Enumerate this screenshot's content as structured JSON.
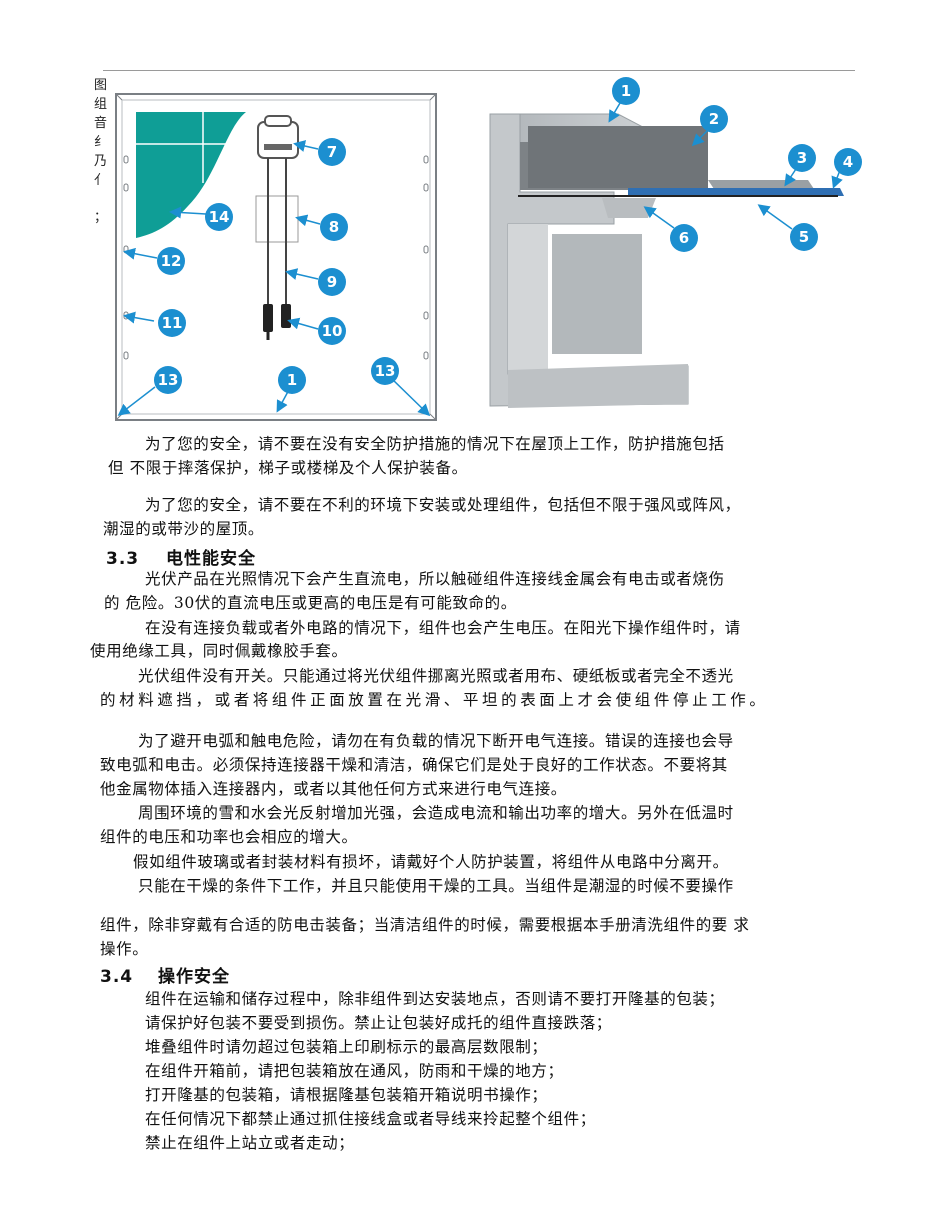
{
  "fig_side_chars": [
    "图",
    "组",
    "音",
    "纟",
    "乃",
    "亻",
    "；"
  ],
  "figures": {
    "left_callouts": [
      "7",
      "14",
      "8",
      "12",
      "9",
      "11",
      "10",
      "13",
      "1",
      "13"
    ],
    "right_callouts": [
      "1",
      "2",
      "3",
      "4",
      "6",
      "5"
    ],
    "colors": {
      "panel_teal": "#0f9e96",
      "callout_blue": "#1c8fd0",
      "frame_gray": "#b9bdc0"
    }
  },
  "paragraphs": {
    "p1_l1": "为了您的安全，请不要在没有安全防护措施的情况下在屋顶上工作，防护措施包括",
    "p1_l2": "但 不限于摔落保护，梯子或楼梯及个人保护装备。",
    "p2_l1": "为了您的安全，请不要在不利的环境下安装或处理组件，包括但不限于强风或阵风，",
    "p2_l2": "潮湿的或带沙的屋顶。",
    "p3_l1": "光伏产品在光照情况下会产生直流电，所以触碰组件连接线金属会有电击或者烧伤",
    "p3_l2": "的 危险。30伏的直流电压或更高的电压是有可能致命的。",
    "p4_l1": "在没有连接负载或者外电路的情况下，组件也会产生电压。在阳光下操作组件时，请",
    "p4_l2": "使用绝缘工具，同时佩戴橡胶手套。",
    "p5_l1": "光伏组件没有开关。只能通过将光伏组件挪离光照或者用布、硬纸板或者完全不透光",
    "p5_l2": "的材料遮挡，或者将组件正面放置在光滑、平坦的表面上才会使组件停止工作。",
    "p6_l1": "为了避开电弧和触电危险，请勿在有负载的情况下断开电气连接。错误的连接也会导",
    "p6_l2": "致电弧和电击。必须保持连接器干燥和清洁，确保它们是处于良好的工作状态。不要将其",
    "p6_l3": "他金属物体插入连接器内，或者以其他任何方式来进行电气连接。",
    "p7_l1": "周围环境的雪和水会光反射增加光强，会造成电流和输出功率的增大。另外在低温时",
    "p7_l2": "组件的电压和功率也会相应的增大。",
    "p8_l1": "假如组件玻璃或者封装材料有损坏，请戴好个人防护装置，将组件从电路中分离开。",
    "p9_l1": "只能在干燥的条件下工作，并且只能使用干燥的工具。当组件是潮湿的时候不要操作",
    "p9_l2": "组件，除非穿戴有合适的防电击装备；当清洁组件的时候，需要根据本手册清洗组件的要 求",
    "p9_l3": "操作。"
  },
  "sections": {
    "s33_num": "3.3",
    "s33_title": "电性能安全",
    "s34_num": "3.4",
    "s34_title": "操作安全"
  },
  "handling_list": [
    "组件在运输和储存过程中，除非组件到达安装地点，否则请不要打开隆基的包装；",
    "请保护好包装不要受到损伤。禁止让包装好成托的组件直接跌落；",
    "堆叠组件时请勿超过包装箱上印刷标示的最高层数限制；",
    "在组件开箱前，请把包装箱放在通风，防雨和干燥的地方；",
    "打开隆基的包装箱，请根据隆基包装箱开箱说明书操作；",
    "在任何情况下都禁止通过抓住接线盒或者导线来拎起整个组件；",
    "禁止在组件上站立或者走动；"
  ]
}
